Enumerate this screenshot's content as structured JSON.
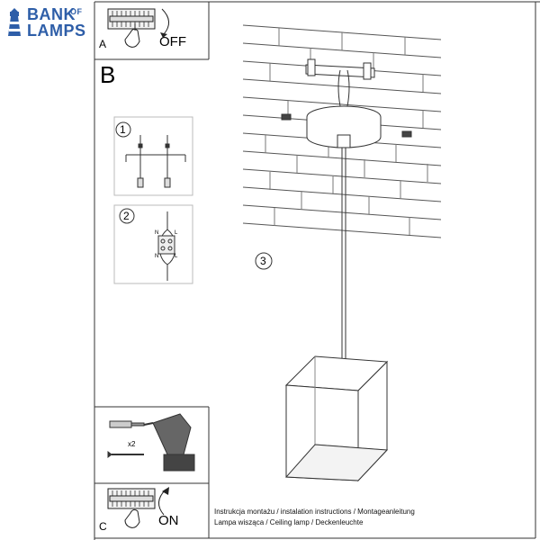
{
  "logo": {
    "word1": "BANK",
    "word2": "OF",
    "word3": "LAMPS"
  },
  "steps": {
    "a": "A",
    "b": "B",
    "c": "C",
    "off": "OFF",
    "on": "ON",
    "one": "1",
    "two": "2",
    "three": "3"
  },
  "wiring": {
    "n": "N",
    "l": "L"
  },
  "tools": {
    "multiplier": "x2"
  },
  "footer": {
    "line1": "Instrukcja montażu / instalation instructions / Montageanleitung",
    "line2": "Lampa wisząca / Ceiling lamp / Deckenleuchte"
  }
}
